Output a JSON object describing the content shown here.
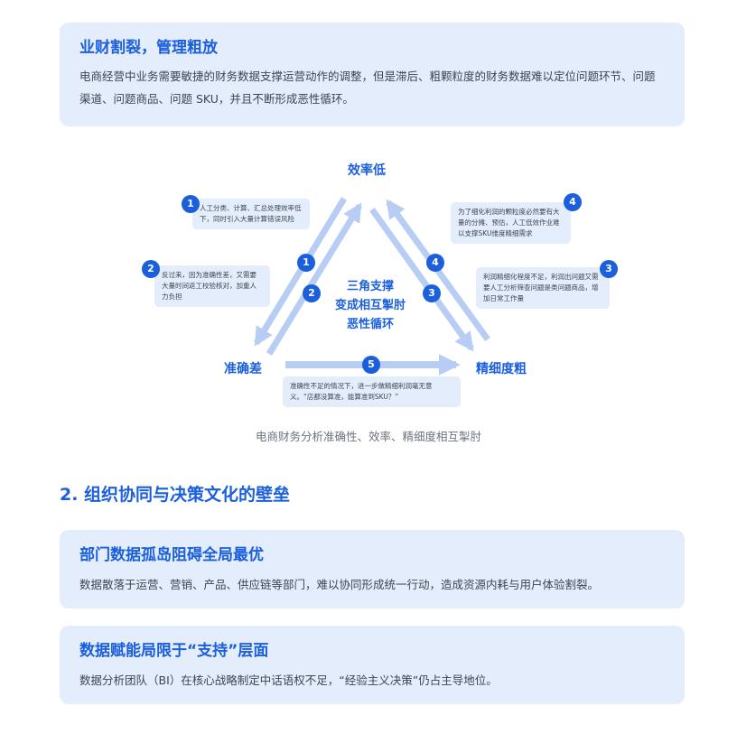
{
  "colors": {
    "accent": "#1b5fdc",
    "card_bg": "#e4edfb",
    "arrow": "#b7cdf4",
    "text": "#3c4553",
    "caption": "#6b7280"
  },
  "card1": {
    "title": "业财割裂，管理粗放",
    "body": "电商经营中业务需要敏捷的财务数据支撑运营动作的调整，但是滞后、粗颗粒度的财务数据难以定位问题环节、问题渠道、问题商品、问题 SKU，并且不断形成恶性循环。"
  },
  "diagram": {
    "top_label": "效率低",
    "left_label": "准确差",
    "right_label": "精细度粗",
    "center": [
      "三角支撑",
      "变成相互掣肘",
      "恶性循环"
    ],
    "notes": [
      {
        "num": "1",
        "text": "人工分类、计算、汇总处理效率低下，同时引入大量计算错误风险"
      },
      {
        "num": "2",
        "text": "反过来，因为准确性差，又需要大量时间返工校验核对，加重人力负担"
      },
      {
        "num": "3",
        "text": "利润精细化程度不足，利润出问题又需要人工分析筛查问题是类问题商品，增加日常工作量"
      },
      {
        "num": "4",
        "text": "为了细化利润的颗粒度必然要有大量的分摊、预估，人工低效作业难以支撑SKU维度精细需求"
      },
      {
        "num": "5",
        "text": "准确性不足的情况下，进一步做精细利润毫无意义。“店都没算准，能算准到SKU？”"
      }
    ],
    "arrow_nums": [
      "1",
      "2",
      "4",
      "3",
      "5"
    ],
    "caption": "电商财务分析准确性、效率、精细度相互掣肘"
  },
  "section2": {
    "heading": "2. 组织协同与决策文化的壁垒"
  },
  "card2": {
    "title": "部门数据孤岛阻碍全局最优",
    "body": "数据散落于运营、营销、产品、供应链等部门，难以协同形成统一行动，造成资源内耗与用户体验割裂。"
  },
  "card3": {
    "title": "数据赋能局限于“支持”层面",
    "body": "数据分析团队（BI）在核心战略制定中话语权不足，“经验主义决策”仍占主导地位。"
  }
}
